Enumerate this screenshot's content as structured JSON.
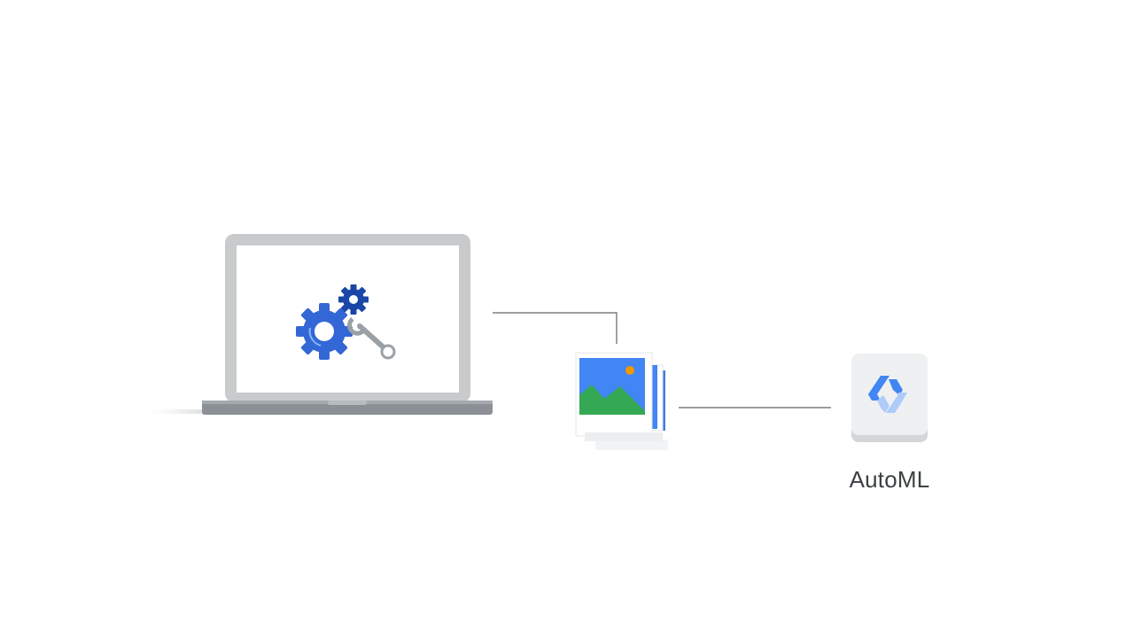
{
  "diagram": {
    "nodes": [
      {
        "id": "laptop",
        "icon": "laptop-with-gears-icon"
      },
      {
        "id": "images",
        "icon": "image-stack-icon"
      },
      {
        "id": "automl",
        "icon": "automl-icon",
        "label": "AutoML"
      }
    ],
    "edges": [
      {
        "from": "laptop",
        "to": "images"
      },
      {
        "from": "images",
        "to": "automl"
      }
    ]
  },
  "colors": {
    "gear_primary": "#3367d6",
    "gear_secondary": "#1a46a8",
    "wrench": "#9aa0a6",
    "laptop_body": "#c8cacc",
    "laptop_base": "#8a9096",
    "image_sky": "#4285f4",
    "image_hill": "#34a853",
    "image_sun": "#f29900",
    "connector": "#5f6368",
    "automl_tile": "#eef0f2",
    "automl_blue": "#4285f4",
    "automl_light": "#aecbfa"
  }
}
